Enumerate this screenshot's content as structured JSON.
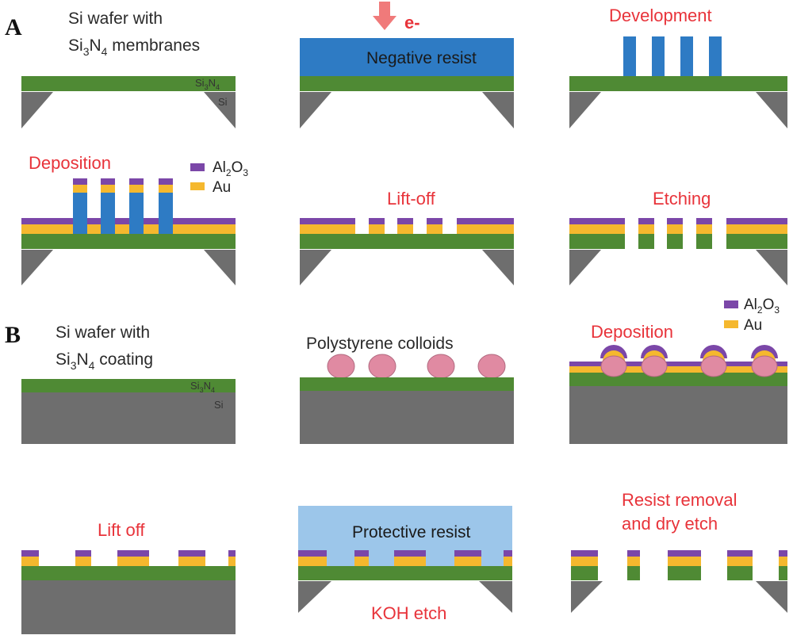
{
  "panels": {
    "a": "A",
    "b": "B"
  },
  "colors": {
    "si": "#6e6e6e",
    "sin": "#4f8a34",
    "resist": "#2e7bc4",
    "protective_resist": "#9cc6ea",
    "au": "#f5b82e",
    "al2o3": "#7b47a8",
    "colloid": "#e08aa2",
    "label_red": "#e8333a"
  },
  "row_a1": {
    "step1_line1": "Si wafer with",
    "step1_line2_base": "Si",
    "step1_line2_sub1": "3",
    "step1_line2_mid": "N",
    "step1_line2_sub2": "4",
    "step1_line2_end": " membranes",
    "layer_sin_base": "Si",
    "layer_sin_sub1": "3",
    "layer_sin_mid": "N",
    "layer_sin_sub2": "4",
    "layer_si": "Si",
    "ebeam_label": "e-",
    "resist_label": "Negative resist",
    "development_label": "Development"
  },
  "row_a2": {
    "deposition_label": "Deposition",
    "legend_al2o3_base": "Al",
    "legend_al2o3_sub1": "2",
    "legend_al2o3_mid": "O",
    "legend_al2o3_sub2": "3",
    "legend_au": "Au",
    "liftoff_label": "Lift-off",
    "etching_label": "Etching"
  },
  "row_b1": {
    "step1_line1": "Si wafer with",
    "step1_line2_base": "Si",
    "step1_line2_sub1": "3",
    "step1_line2_mid": "N",
    "step1_line2_sub2": "4",
    "step1_line2_end": " coating",
    "layer_sin_base": "Si",
    "layer_sin_sub1": "3",
    "layer_sin_mid": "N",
    "layer_sin_sub2": "4",
    "layer_si": "Si",
    "colloids_label": "Polystyrene colloids",
    "deposition_label": "Deposition",
    "legend_al2o3_base": "Al",
    "legend_al2o3_sub1": "2",
    "legend_al2o3_mid": "O",
    "legend_al2o3_sub2": "3",
    "legend_au": "Au"
  },
  "row_b2": {
    "liftoff_label": "Lift off",
    "protective_label": "Protective resist",
    "koh_label": "KOH etch",
    "removal_line1": "Resist removal",
    "removal_line2": "and dry etch"
  }
}
